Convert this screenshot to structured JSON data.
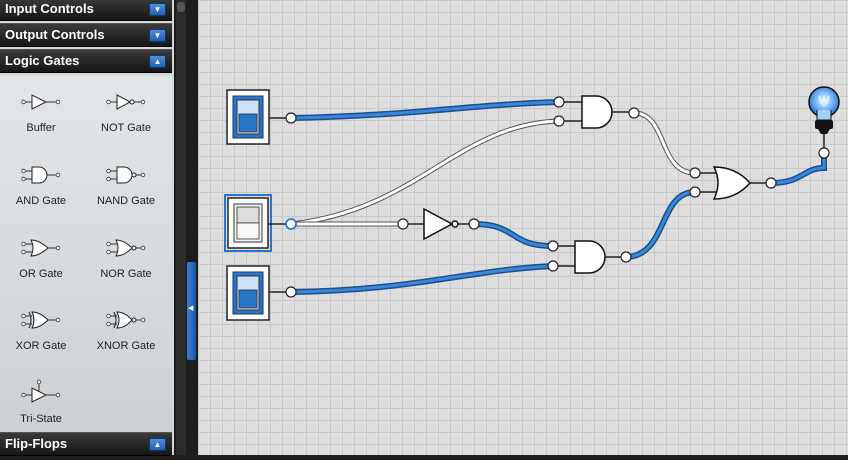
{
  "sidebar": {
    "sections": {
      "input_controls": "Input Controls",
      "output_controls": "Output Controls",
      "logic_gates": "Logic Gates",
      "flip_flops": "Flip-Flops"
    },
    "gates": [
      {
        "label": "Buffer",
        "icon": "buffer-gate-icon"
      },
      {
        "label": "NOT Gate",
        "icon": "not-gate-icon"
      },
      {
        "label": "AND Gate",
        "icon": "and-gate-icon"
      },
      {
        "label": "NAND Gate",
        "icon": "nand-gate-icon"
      },
      {
        "label": "OR Gate",
        "icon": "or-gate-icon"
      },
      {
        "label": "NOR Gate",
        "icon": "nor-gate-icon"
      },
      {
        "label": "XOR Gate",
        "icon": "xor-gate-icon"
      },
      {
        "label": "XNOR Gate",
        "icon": "xnor-gate-icon"
      },
      {
        "label": "Tri-State",
        "icon": "tri-state-gate-icon"
      }
    ]
  },
  "circuit": {
    "switches": [
      {
        "name": "switch-1",
        "state": "on",
        "selected": false
      },
      {
        "name": "switch-2",
        "state": "off",
        "selected": true
      },
      {
        "name": "switch-3",
        "state": "on",
        "selected": false
      }
    ],
    "gates": [
      "AND",
      "NOT",
      "AND",
      "OR"
    ],
    "output": {
      "type": "light-bulb",
      "state": "on"
    }
  },
  "colors": {
    "active_wire": "#2a76c6",
    "inactive_wire": "#ffffff",
    "sidebar_header": "#1f1f1f",
    "toggle_button": "#2f6fc0",
    "canvas_bg": "#dedede"
  }
}
